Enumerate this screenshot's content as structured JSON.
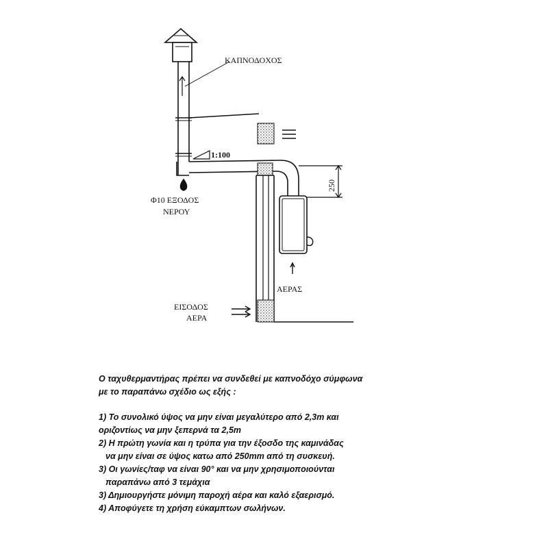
{
  "labels": {
    "chimney": "ΚΑΠΝΟΔΟΧΟΣ",
    "slope": "1:100",
    "water_outlet_1": "Φ10 ΕΞΟΔΟΣ",
    "water_outlet_2": "ΝΕΡΟΥ",
    "height": "250",
    "air": "ΑΕΡΑΣ",
    "air_inlet_1": "ΕΙΣΟΔΟΣ",
    "air_inlet_2": "ΑΕΡΑ"
  },
  "instructions": {
    "intro_1": "Ο ταχυθερμαντήρας πρέπει να συνδεθεί με καπνοδόχο σύμφωνα",
    "intro_2": "με το παραπάνω σχέδιο ως εξής :",
    "item1_a": "1) Το συνολικό ύψος να  μην είναι μεγαλύτερο από 2,3m και",
    "item1_b": "οριζοντίως να μην ξεπερνά τα 2,5m",
    "item2_a": "2) Η πρώτη γωνία και η τρύπα για την έξοσδο της καμινάδας",
    "item2_b": "να μην είναι  σε ύψος κατω από 250mm από τη συσκευή.",
    "item3_a": "3) Οι γωνίες/ταφ να είναι 90° και να μην χρησιμοποιούνται",
    "item3_b": "παραπάνω από 3 τεμάχια",
    "item4": "3) Δημιουργήστε μόνιμη παροχή αέρα και καλό εξαερισμό.",
    "item5": "4) Αποφύγετε τη χρήση εύκαμπτων σωλήνων."
  }
}
